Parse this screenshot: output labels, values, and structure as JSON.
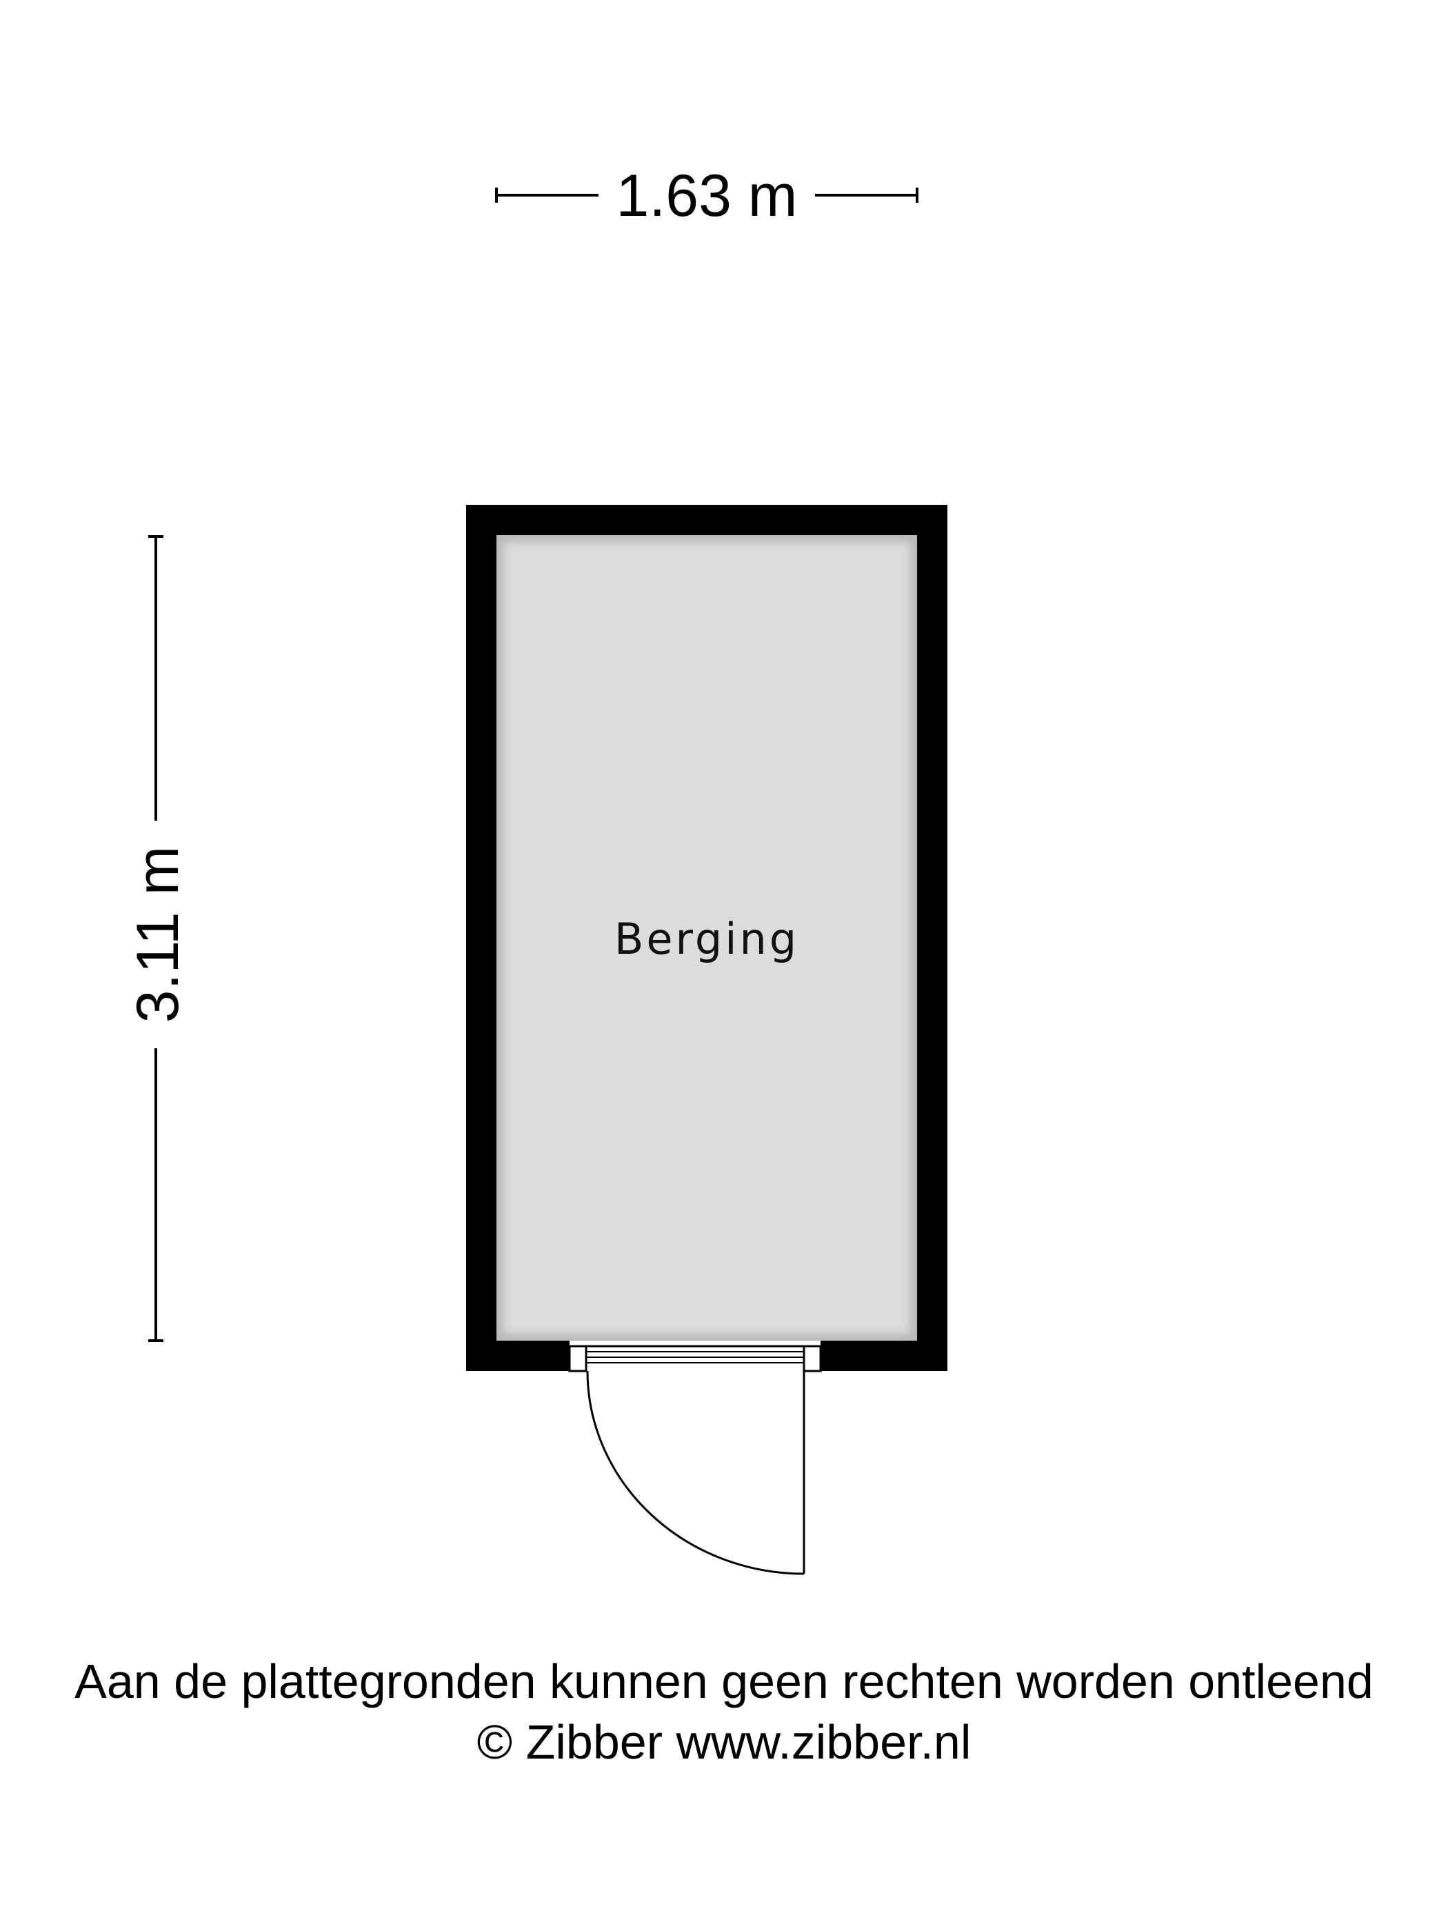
{
  "plan": {
    "width_label": "1.63 m",
    "height_label": "3.11 m",
    "room_label": "Berging",
    "colors": {
      "wall": "#000000",
      "floor": "#dcdcdc",
      "background": "#ffffff"
    },
    "icons": [
      "door-swing-icon"
    ]
  },
  "footer": {
    "disclaimer": "Aan de plattegronden kunnen geen rechten worden ontleend",
    "copyright": "© Zibber www.zibber.nl"
  }
}
